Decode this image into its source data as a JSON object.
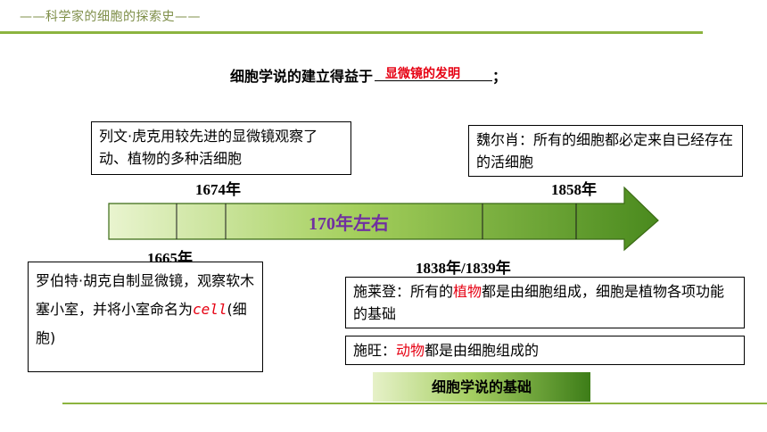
{
  "header": {
    "title": "——科学家的细胞的探索史——"
  },
  "headline": {
    "prefix": "细胞学说的建立得益于",
    "answer": "显微镜的发明",
    "suffix": "；"
  },
  "timeline": {
    "label": "170年左右",
    "years": {
      "y1674": "1674年",
      "y1858": "1858年",
      "y1665": "1665年",
      "y1838": "1838年/1839年"
    }
  },
  "notes": {
    "leeuwenhoek": "列文·虎克用较先进的显微镜观察了动、植物的多种活细胞",
    "virchow": "魏尔肖：所有的细胞都必定来自已经存在的活细胞",
    "hooke": {
      "text": "罗伯特·胡克自制显微镜，观察软木塞小室，并将小室命名为",
      "term": "cell",
      "tail": "(细胞)"
    },
    "schleiden": {
      "prefix": "施莱登：所有的",
      "highlight": "植物",
      "suffix": "都是由细胞组成，细胞是植物各项功能的基础"
    },
    "schwann": {
      "prefix": "施旺：",
      "highlight": "动物",
      "suffix": "都是由细胞组成的"
    }
  },
  "basis_badge": "细胞学说的基础",
  "colors": {
    "accent_green": "#8cb43f",
    "arrow_dark": "#4a8a1e",
    "highlight_red": "#e60012",
    "purple": "#7030a0"
  }
}
